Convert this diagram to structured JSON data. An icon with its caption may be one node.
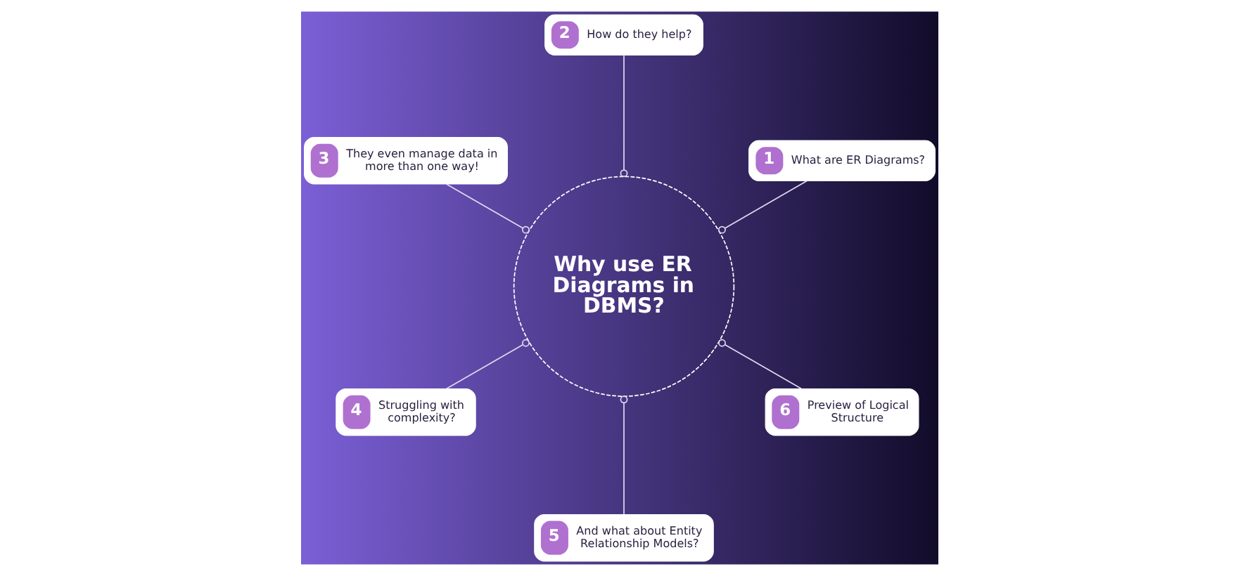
{
  "diagram": {
    "nodes": [
      {
        "text": [
          "Why use ER Diagrams in DBMS?"
        ]
      },
      {
        "text": [
          "1",
          "What are ER Diagrams?"
        ]
      },
      {
        "text": [
          "2",
          "How do they help?"
        ]
      },
      {
        "text": [
          "3",
          "They even manage data in more than one way!"
        ]
      },
      {
        "text": [
          "4",
          "Struggling with complexity?"
        ]
      },
      {
        "text": [
          "5",
          "And what about Entity Relationship Models?"
        ]
      },
      {
        "text": [
          "6",
          "Preview of Logical Structure"
        ]
      }
    ],
    "edges": [
      {
        "from": 0,
        "to": 1,
        "arrow": "other"
      },
      {
        "from": 0,
        "to": 2,
        "arrow": "other"
      },
      {
        "from": 0,
        "to": 3,
        "arrow": "other"
      },
      {
        "from": 0,
        "to": 4,
        "arrow": "other"
      },
      {
        "from": 0,
        "to": 5,
        "arrow": "other"
      },
      {
        "from": 0,
        "to": 6,
        "arrow": "other"
      }
    ]
  }
}
